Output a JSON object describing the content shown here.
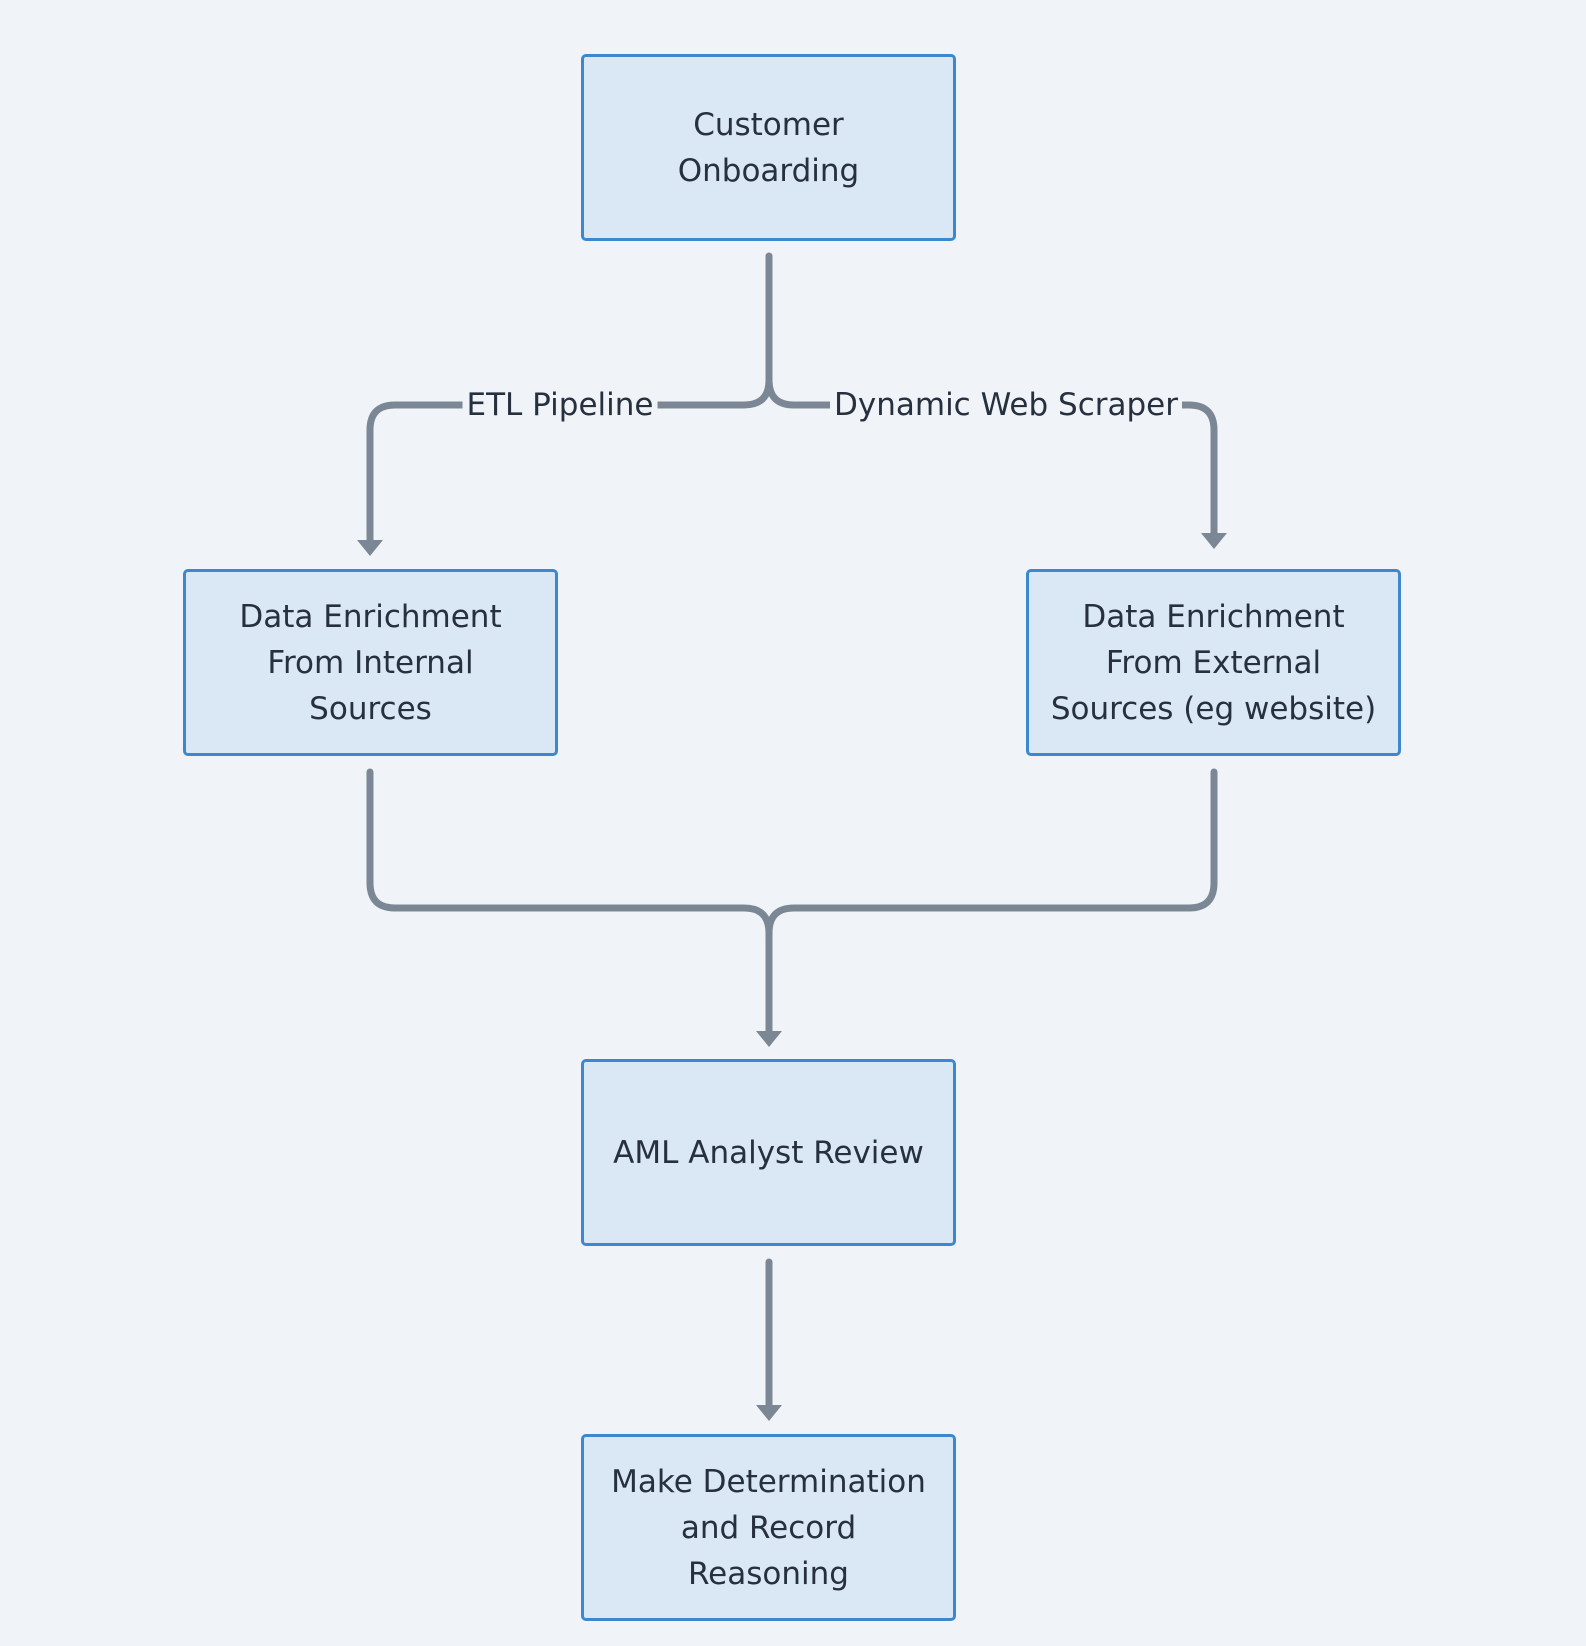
{
  "diagram": {
    "nodes": {
      "customer_onboarding": "Customer\nOnboarding",
      "internal_enrichment": "Data Enrichment\nFrom Internal\nSources",
      "external_enrichment": "Data Enrichment\nFrom External\nSources (eg website)",
      "aml_review": "AML Analyst Review",
      "determination": "Make Determination\nand Record\nReasoning"
    },
    "edges": {
      "etl_label": "ETL Pipeline",
      "scraper_label": "Dynamic Web Scraper"
    }
  },
  "colors": {
    "background": "#f0f4f8",
    "node_fill": "#dae7f5",
    "node_border": "#3d87cf",
    "edge": "#7b8794",
    "text": "#26303f"
  }
}
